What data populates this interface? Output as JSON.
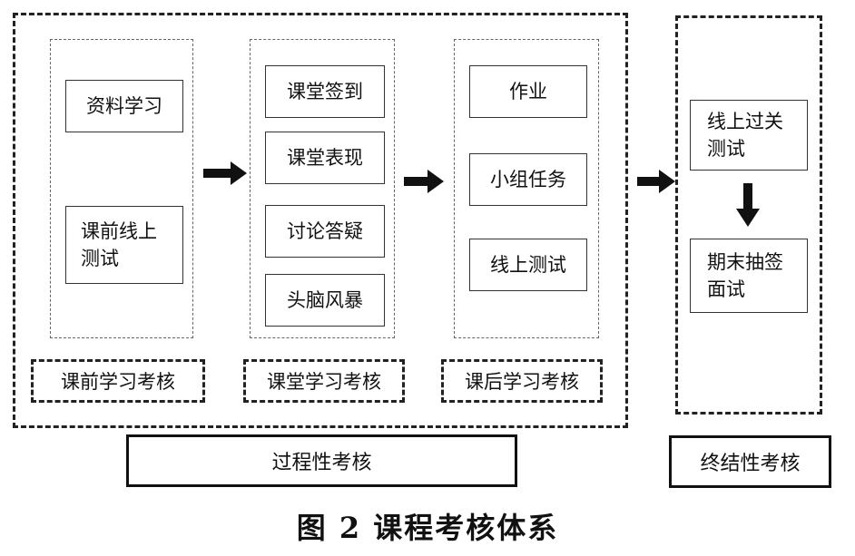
{
  "stages": [
    {
      "label": "课前学习考核",
      "items": [
        "资料学习",
        "课前线上测试"
      ]
    },
    {
      "label": "课堂学习考核",
      "items": [
        "课堂签到",
        "课堂表现",
        "讨论答疑",
        "头脑风暴"
      ]
    },
    {
      "label": "课后学习考核",
      "items": [
        "作业",
        "小组任务",
        "线上测试"
      ]
    }
  ],
  "process_label": "过程性考核",
  "final": {
    "label": "终结性考核",
    "items": [
      "线上过关测试",
      "期末抽签面试"
    ]
  },
  "caption": "图 2 课程考核体系"
}
